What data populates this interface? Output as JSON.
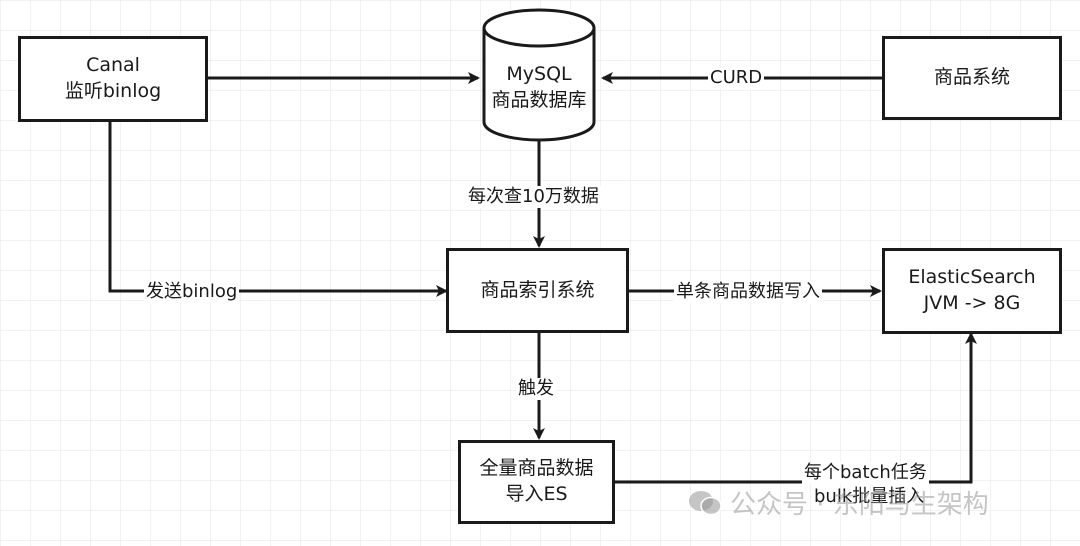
{
  "nodes": {
    "canal": {
      "line1": "Canal",
      "line2": "监听binlog"
    },
    "mysql": {
      "line1": "MySQL",
      "line2": "商品数据库"
    },
    "product_system": {
      "line1": "商品系统"
    },
    "index_system": {
      "line1": "商品索引系统"
    },
    "elasticsearch": {
      "line1": "ElasticSearch",
      "line2": "JVM -> 8G"
    },
    "full_import": {
      "line1": "全量商品数据",
      "line2": "导入ES"
    }
  },
  "edges": {
    "product_to_mysql": "CURD",
    "mysql_to_index": "每次查10万数据",
    "canal_to_index": "发送binlog",
    "index_to_es": "单条商品数据写入",
    "index_to_full_import": "触发",
    "full_import_to_es_line1": "每个batch任务",
    "full_import_to_es_line2": "bulk批量插入"
  },
  "watermark": {
    "text": "公众号 · 东阳马生架构"
  },
  "colors": {
    "stroke": "#1a1a1a",
    "grid": "#e6e6e6"
  }
}
